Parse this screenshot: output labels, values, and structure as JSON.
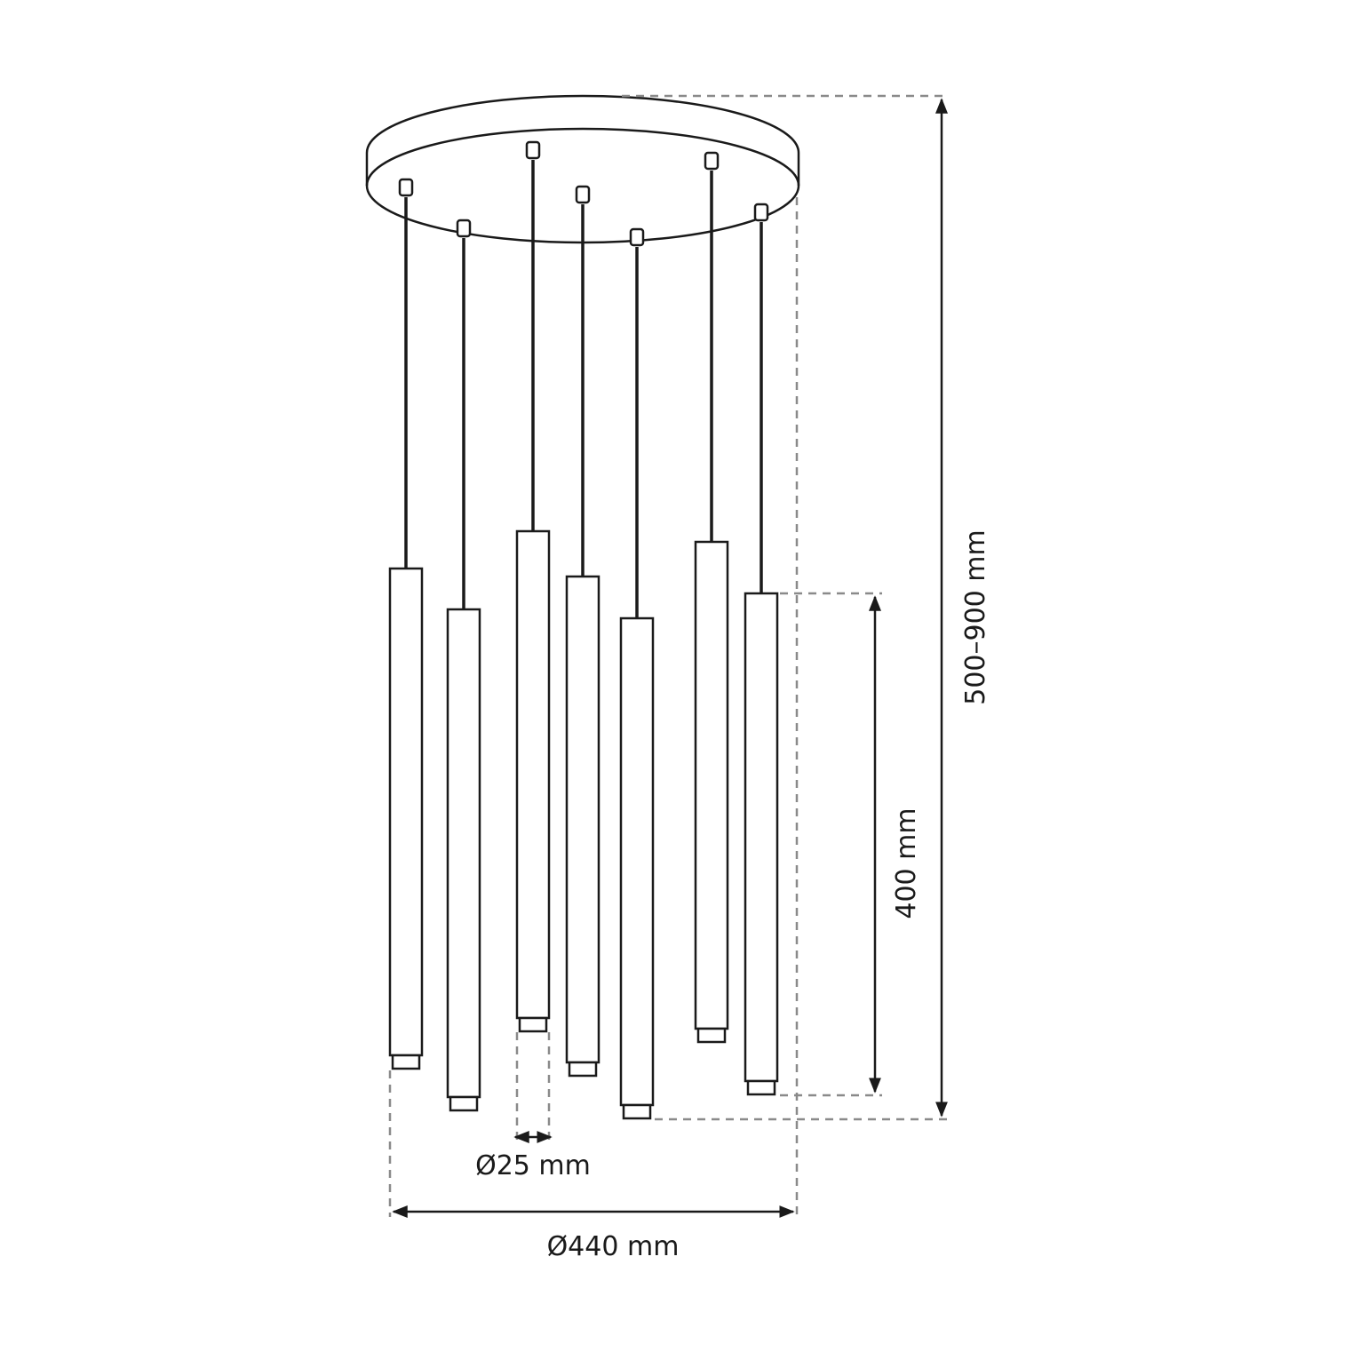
{
  "dimensions": {
    "overall_height": "500–900 mm",
    "shade_length": "400 mm",
    "shade_diameter": "Ø25 mm",
    "canopy_diameter": "Ø440 mm"
  },
  "pendant_count": 7,
  "colors": {
    "line": "#1a1a1a",
    "dimension_dash": "#8a8a8a"
  }
}
